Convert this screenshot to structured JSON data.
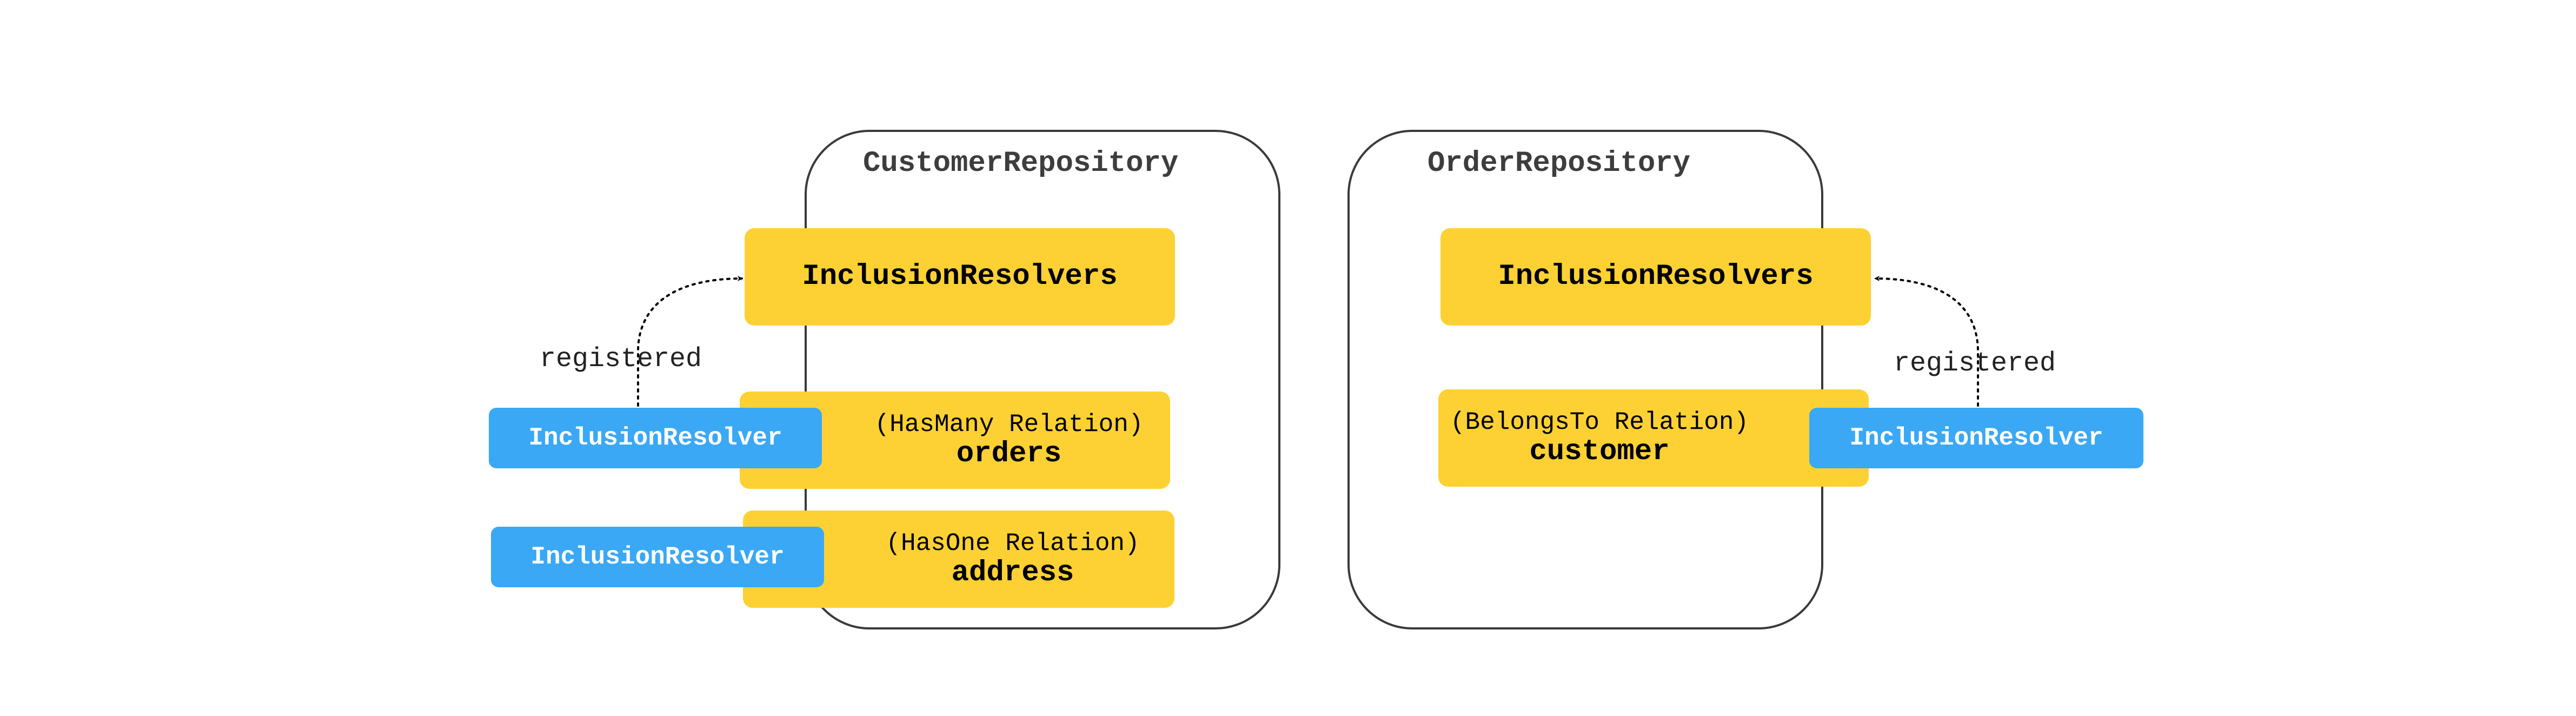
{
  "customer_repository": {
    "title": "CustomerRepository",
    "inclusion_resolvers": "InclusionResolvers",
    "relations": [
      {
        "type": "(HasMany Relation)",
        "name": "orders",
        "resolver": "InclusionResolver"
      },
      {
        "type": "(HasOne Relation)",
        "name": "address",
        "resolver": "InclusionResolver"
      }
    ],
    "arrow_label": "registered"
  },
  "order_repository": {
    "title": "OrderRepository",
    "inclusion_resolvers": "InclusionResolvers",
    "relations": [
      {
        "type": "(BelongsTo Relation)",
        "name": "customer",
        "resolver": "InclusionResolver"
      }
    ],
    "arrow_label": "registered"
  },
  "colors": {
    "repository_border": "#3a3a3a",
    "yellow_box": "#fdd133",
    "blue_box": "#3aa8f5"
  }
}
